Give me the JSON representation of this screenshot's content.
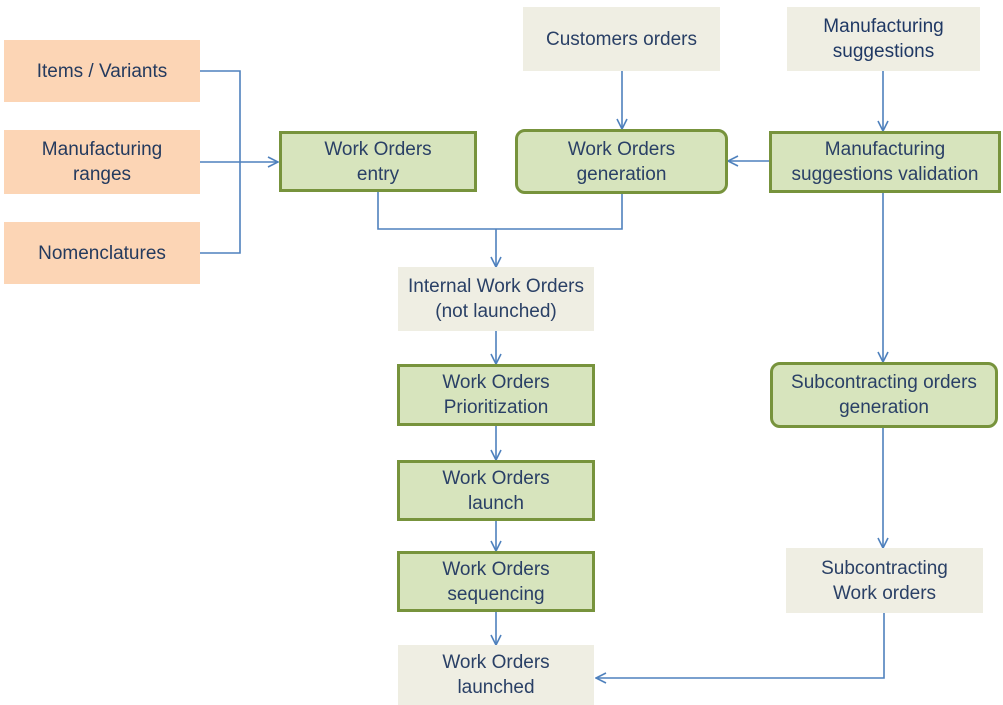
{
  "colors": {
    "input_fill": "#fcd5b5",
    "info_fill": "#efeee3",
    "process_fill": "#d7e4bd",
    "process_border": "#77933c",
    "connector": "#4f81bd",
    "text": "#2a4066"
  },
  "nodes": {
    "items_variants": "Items / Variants",
    "manufacturing_ranges": "Manufacturing\nranges",
    "nomenclatures": "Nomenclatures",
    "customers_orders": "Customers orders",
    "manufacturing_suggestions": "Manufacturing\nsuggestions",
    "work_orders_entry": "Work Orders\nentry",
    "work_orders_generation": "Work Orders\ngeneration",
    "manufacturing_suggestions_validation": "Manufacturing\nsuggestions validation",
    "internal_work_orders": "Internal Work Orders\n(not launched)",
    "work_orders_prioritization": "Work Orders\nPrioritization",
    "work_orders_launch": "Work Orders\nlaunch",
    "work_orders_sequencing": "Work Orders\nsequencing",
    "work_orders_launched": "Work Orders\nlaunched",
    "subcontracting_orders_generation": "Subcontracting orders\ngeneration",
    "subcontracting_work_orders": "Subcontracting\nWork orders"
  }
}
